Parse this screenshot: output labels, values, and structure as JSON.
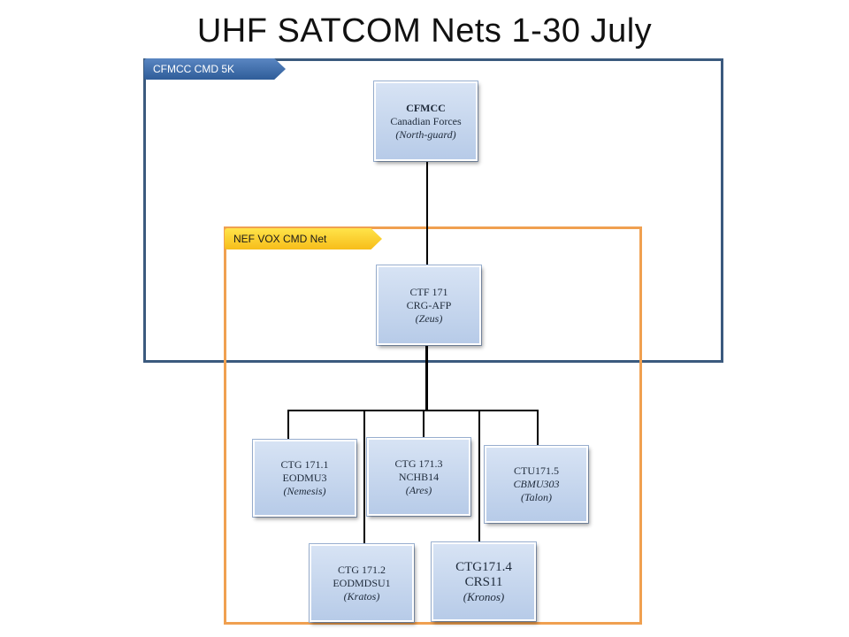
{
  "title": "UHF SATCOM Nets 1-30 July",
  "regions": {
    "outer": {
      "label": "CFMCC CMD 5K",
      "color": "#3b5a7e"
    },
    "inner": {
      "label": "NEF VOX CMD Net",
      "color": "#f0a050"
    }
  },
  "nodes": {
    "cfmcc": {
      "line1": "CFMCC",
      "line2": "Canadian Forces",
      "callsign": "(North-guard)"
    },
    "ctf171": {
      "line1": "CTF 171",
      "line2": "CRG-AFP",
      "callsign": "(Zeus)"
    },
    "ctg1711": {
      "line1": "CTG 171.1",
      "line2": "EODMU3",
      "callsign": "(Nemesis)"
    },
    "ctg1713": {
      "line1": "CTG 171.3",
      "line2": "NCHB14",
      "callsign": "(Ares)"
    },
    "ctu1715": {
      "line1": "CTU171.5",
      "line2": "CBMU303",
      "callsign": "(Talon)"
    },
    "ctg1712": {
      "line1": "CTG 171.2",
      "line2": "EODMDSU1",
      "callsign": "(Kratos)"
    },
    "ctg1714": {
      "line1": "CTG171.4",
      "line2": "CRS11",
      "callsign": "(Kronos)"
    }
  }
}
